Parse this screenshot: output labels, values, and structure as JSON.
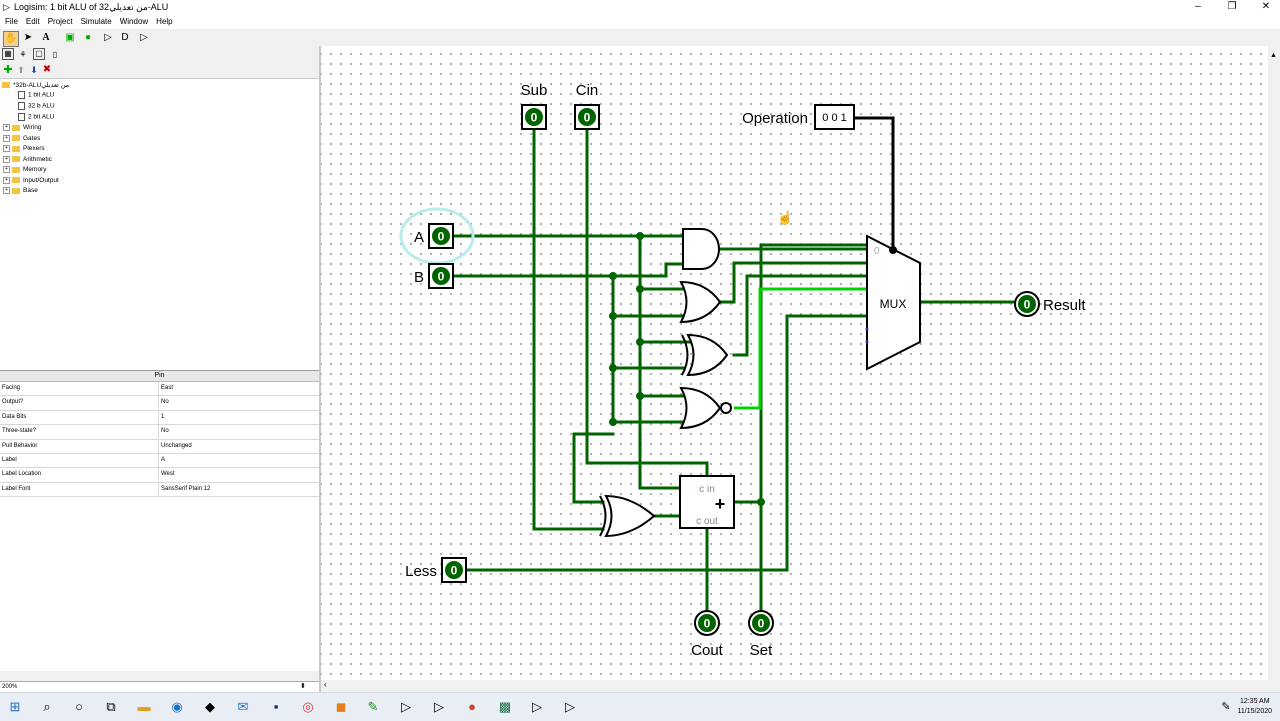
{
  "window": {
    "title": "Logisim: 1 bit ALU of 32من تعديلي-ALU",
    "app_icon": "logisim-icon"
  },
  "menu": [
    "File",
    "Edit",
    "Project",
    "Simulate",
    "Window",
    "Help"
  ],
  "explorer": {
    "project": "*32b-ALUمن تعديلي",
    "circuits": [
      "1 bit ALU",
      "32 b ALU",
      "2 bit ALU"
    ],
    "libraries": [
      "Wiring",
      "Gates",
      "Plexers",
      "Arithmetic",
      "Memory",
      "Input/Output",
      "Base"
    ]
  },
  "properties": {
    "title": "Pin",
    "rows": [
      {
        "key": "Facing",
        "value": "East"
      },
      {
        "key": "Output?",
        "value": "No"
      },
      {
        "key": "Data Bits",
        "value": "1"
      },
      {
        "key": "Three-state?",
        "value": "No"
      },
      {
        "key": "Pull Behavior",
        "value": "Unchanged"
      },
      {
        "key": "Label",
        "value": "A"
      },
      {
        "key": "Label Location",
        "value": "West"
      },
      {
        "key": "Label Font",
        "value": "SansSerif Plain 12"
      }
    ]
  },
  "zoom": "200%",
  "circuit": {
    "pins": {
      "A": "0",
      "B": "0",
      "Sub": "0",
      "Cin": "0",
      "Less": "0"
    },
    "labels": {
      "A": "A",
      "B": "B",
      "Sub": "Sub",
      "Cin": "Cin",
      "Less": "Less",
      "Operation": "Operation",
      "Result": "Result",
      "Cout": "Cout",
      "Set": "Set"
    },
    "operation_value": "0 0 1",
    "outputs": {
      "Result": "0",
      "Cout": "0",
      "Set": "0"
    },
    "mux_label": "MUX",
    "mux_select_hint": "0",
    "adder": {
      "cin": "c in",
      "cout": "c out",
      "symbol": "+"
    },
    "colors": {
      "wire_low": "#006400",
      "wire_selected": "#00d200",
      "background": "#ffffff"
    }
  },
  "taskbar": {
    "time": "12:35 AM",
    "date": "11/15/2020"
  }
}
